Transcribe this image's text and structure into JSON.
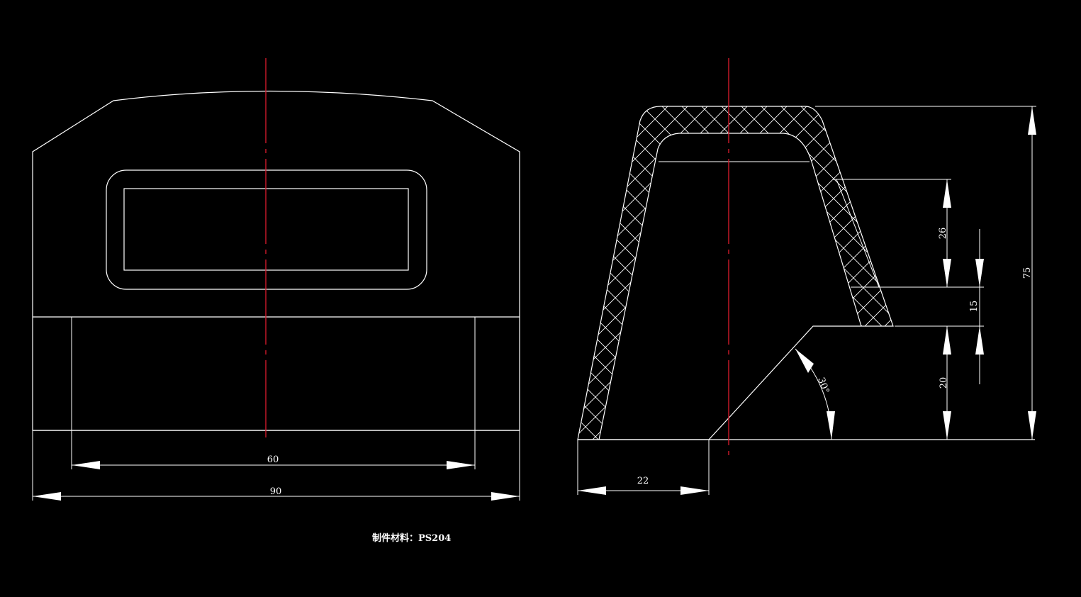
{
  "drawing": {
    "background": "#000000",
    "line_color": "#ffffff",
    "centerline_color": "#d11a2a",
    "dimensions": {
      "front_inner_width": "60",
      "front_total_width": "90",
      "side_base_offset": "22",
      "side_height_26": "26",
      "side_height_15": "15",
      "side_height_20": "20",
      "side_total_height": "75",
      "side_angle": "30°"
    },
    "material_note": "制件材料：PS204"
  }
}
